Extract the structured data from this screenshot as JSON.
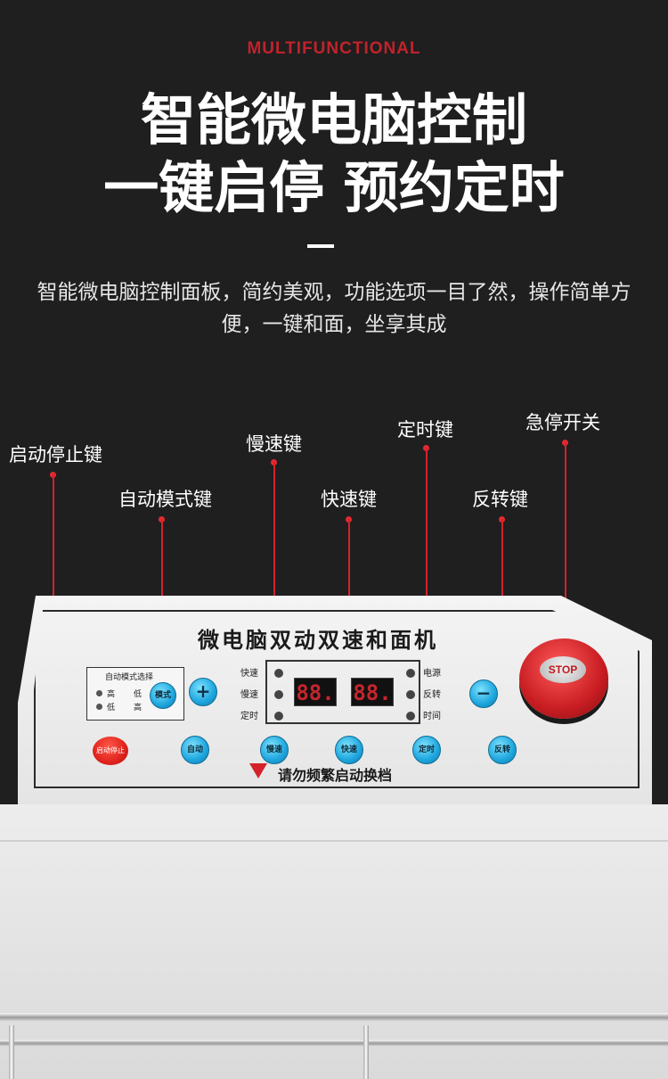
{
  "header": {
    "tagline": "MULTIFUNCTIONAL",
    "headline_line1": "智能微电脑控制",
    "headline_line2": "一键启停 预约定时",
    "description": "智能微电脑控制面板，简约美观，功能选项一目了然，操作简单方便，一键和面，坐享其成"
  },
  "callouts": [
    {
      "label": "启动停止键"
    },
    {
      "label": "自动模式键"
    },
    {
      "label": "慢速键"
    },
    {
      "label": "快速键"
    },
    {
      "label": "定时键"
    },
    {
      "label": "反转键"
    },
    {
      "label": "急停开关"
    }
  ],
  "panel": {
    "title": "微电脑双动双速和面机",
    "mode_box_title": "自动模式选择",
    "mode_high": "高",
    "mode_low": "低",
    "mode_button": "模式",
    "plus": "+",
    "minus": "−",
    "display_left": "88.",
    "display_right": "88.",
    "left_labels": [
      "快速",
      "慢速",
      "定时"
    ],
    "right_labels": [
      "电源",
      "反转",
      "时间"
    ],
    "buttons": {
      "start_stop": "启动停止",
      "auto": "自动",
      "slow": "慢速",
      "fast": "快速",
      "timer": "定时",
      "reverse": "反转"
    },
    "estop_text": "STOP",
    "warning": "请勿频繁启动换档"
  },
  "colors": {
    "background": "#1f1f20",
    "accent_red": "#c0232a",
    "button_blue": "#1da5dd"
  }
}
